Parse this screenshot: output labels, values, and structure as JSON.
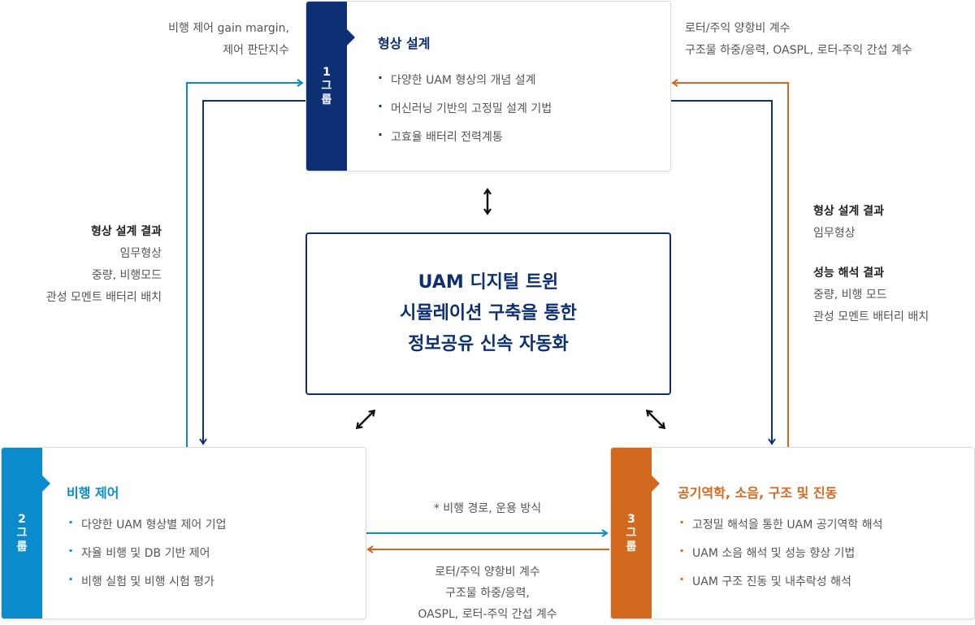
{
  "colors": {
    "navy": "#0d2f73",
    "blue": "#0a8bcc",
    "orange": "#d2691e"
  },
  "group1": {
    "tab": [
      "1",
      "그",
      "룹"
    ],
    "title": "형상 설계",
    "items": [
      "다양한 UAM 형상의 개념 설계",
      "머신러닝 기반의 고정밀 설계 기법",
      "고효율 배터리 전력계통"
    ]
  },
  "group2": {
    "tab": [
      "2",
      "그",
      "룹"
    ],
    "title": "비행 제어",
    "items": [
      "다양한 UAM 형상별 제어 기업",
      "자율 비행 및 DB 기반 제어",
      "비행 실험 및 비행 시험 평가"
    ]
  },
  "group3": {
    "tab": [
      "3",
      "그",
      "룹"
    ],
    "title": "공기역학, 소음, 구조 및 진동",
    "items": [
      "고정밀 해석을 통한 UAM 공기역학 해석",
      "UAM 소음 해석 및 성능 향상 기법",
      "UAM 구조 진동 및 내추락성 해석"
    ]
  },
  "center": {
    "lines": [
      "UAM 디지털 트윈",
      "시뮬레이션 구축을 통한",
      "정보공유 신속 자동화"
    ]
  },
  "notes": {
    "top_left": [
      "비행 제어 gain margin,",
      "제어 판단지수"
    ],
    "top_right": [
      "로터/주익 양항비 계수",
      "구조물 하중/응력, OASPL, 로터-주익 간섭 계수"
    ],
    "left": {
      "heading": "형상 설계 결과",
      "lines": [
        "임무형상",
        "중량, 비행모드",
        "관성 모멘트 배터리 배치"
      ]
    },
    "right": {
      "heading1": "형상 설계 결과",
      "lines1": [
        "임무형상"
      ],
      "heading2": "성능 해석 결과",
      "lines2": [
        "중량, 비행 모드",
        "관성 모멘트 배터리 배치"
      ]
    },
    "bottom_top": "* 비행 경로, 운용 방식",
    "bottom": [
      "로터/주익 양항비 계수",
      "구조물 하중/응력,",
      "OASPL, 로터-주익 간섭 계수"
    ]
  }
}
